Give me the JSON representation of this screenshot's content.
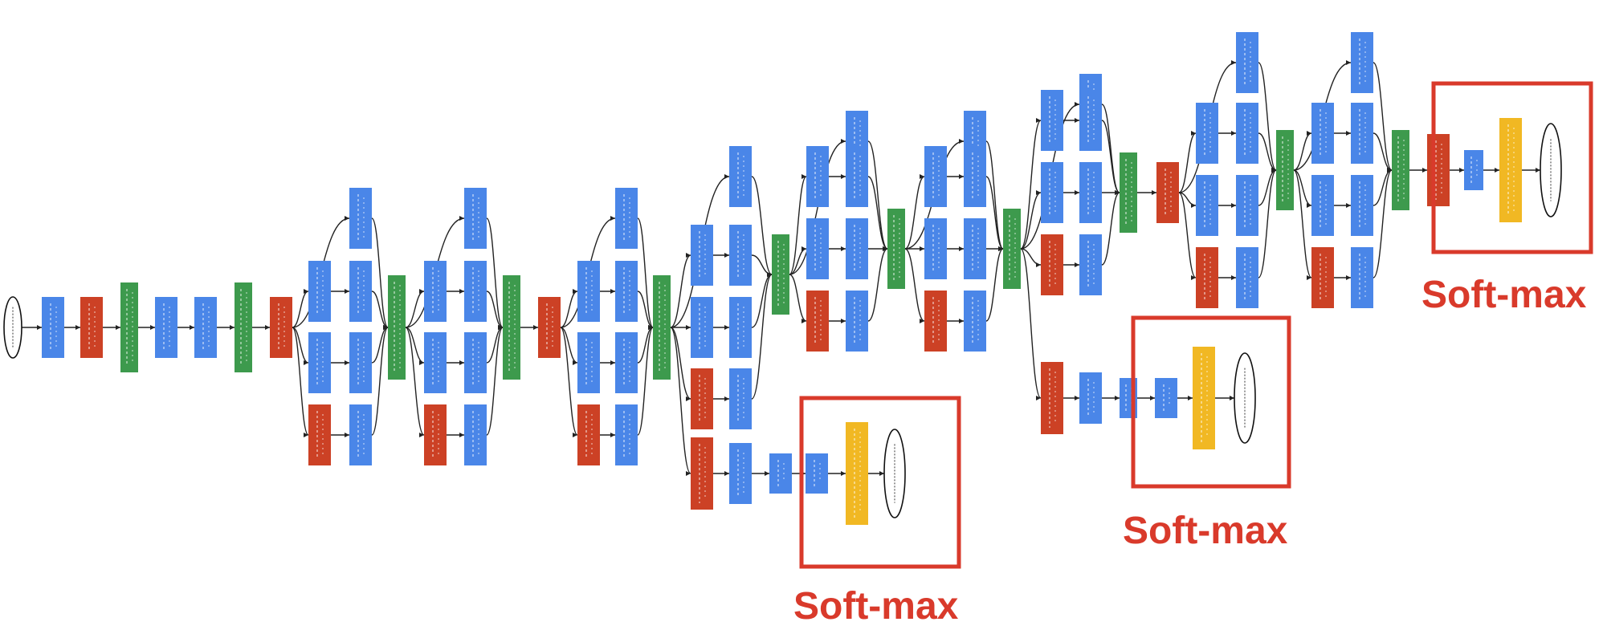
{
  "colors": {
    "conv": "#4a86e8",
    "pool": "#cc4125",
    "concat": "#3d9a4d",
    "softmax": "#f1b823",
    "highlight": "#d93a2b",
    "edge": "#222222"
  },
  "labels": {
    "softmax_1": "Soft-max",
    "softmax_2": "Soft-max",
    "softmax_3": "Soft-max"
  }
}
